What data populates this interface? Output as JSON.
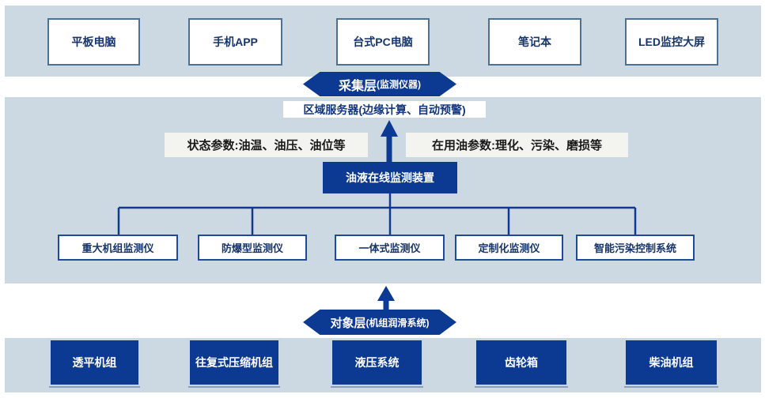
{
  "colors": {
    "band_bg": "#ccd9e2",
    "navy": "#0c3a92",
    "navy_text": "#17356b",
    "label_bg": "#f3f3f0",
    "white_box_border": "#4c7195",
    "monitor_box_border": "#1f4b96",
    "dark_box_border": "#c9d7e1"
  },
  "top_band": {
    "boxes": [
      "平板电脑",
      "手机APP",
      "台式PC电脑",
      "笔记本",
      "LED监控大屏"
    ]
  },
  "collection_layer": {
    "title": "采集层",
    "subtitle": "(监测仪器)"
  },
  "server": {
    "label": "区域服务器(边缘计算、自动预警)"
  },
  "parameters": {
    "left": "状态参数:油温、油压、油位等",
    "right": "在用油参数:理化、污染、磨损等"
  },
  "device": {
    "label": "油液在线监测装置"
  },
  "monitors": [
    "重大机组监测仪",
    "防爆型监测仪",
    "一体式监测仪",
    "定制化监测仪",
    "智能污染控制系统"
  ],
  "object_layer": {
    "title": "对象层",
    "subtitle": "(机组润滑系统)"
  },
  "equipment": [
    "透平机组",
    "往复式压缩机组",
    "液压系统",
    "齿轮箱",
    "柴油机组"
  ]
}
